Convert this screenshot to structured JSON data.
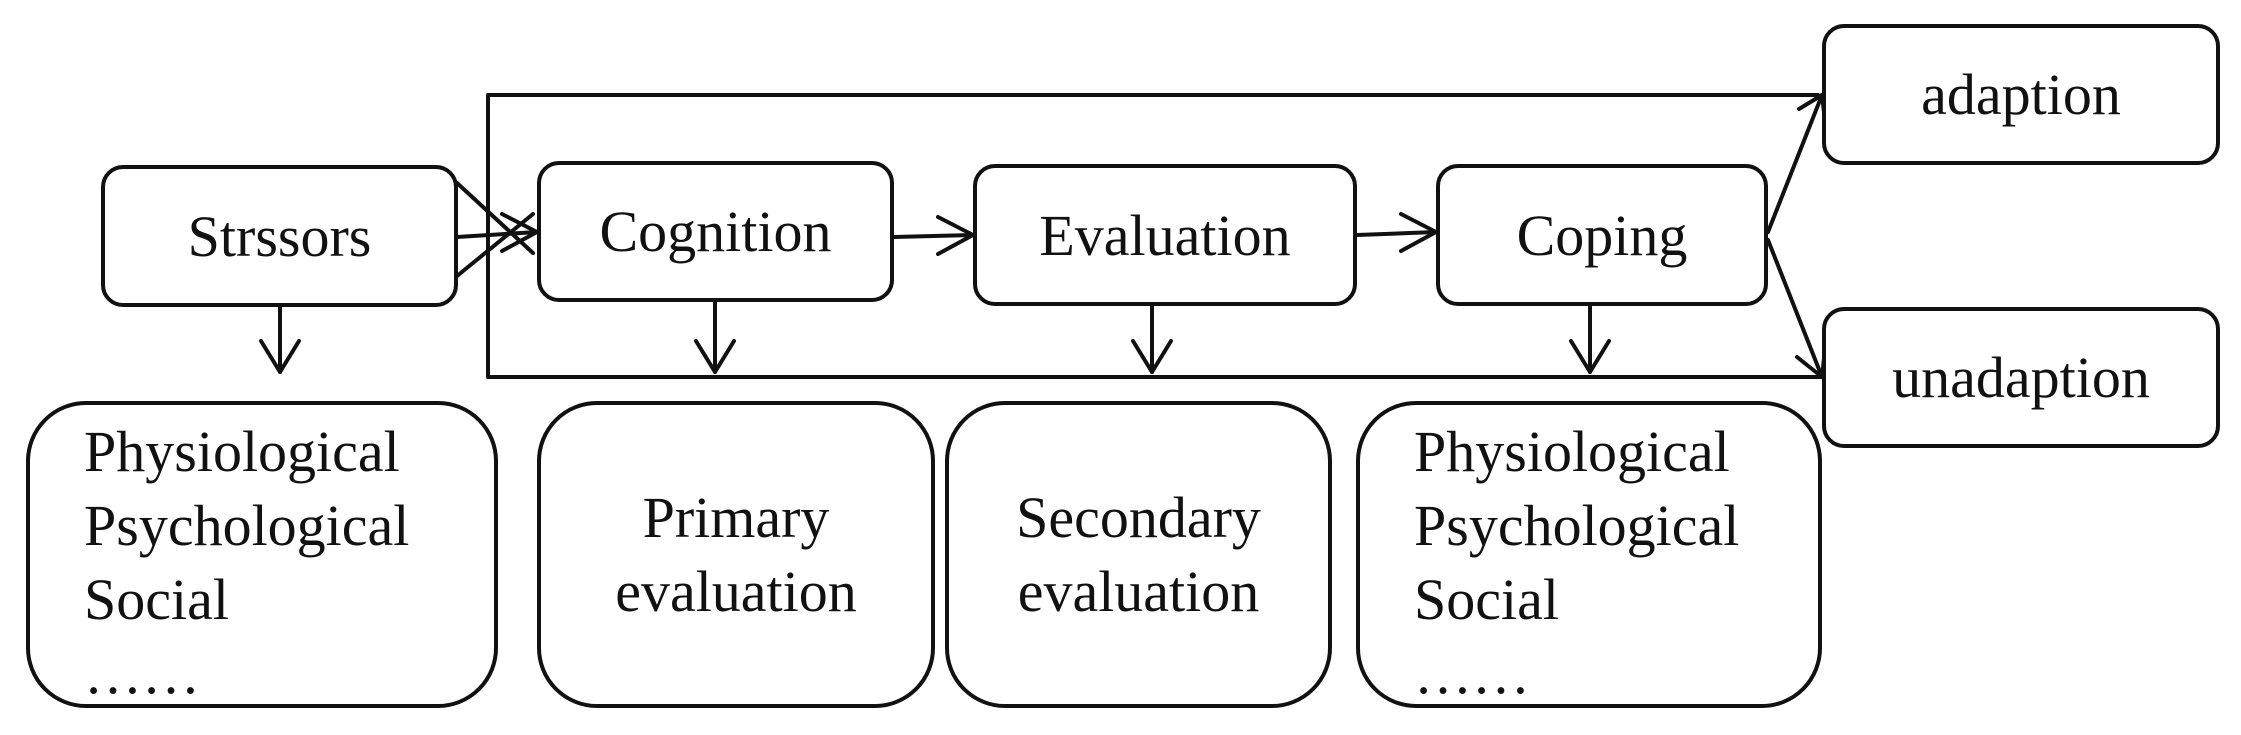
{
  "flow": {
    "stressors": "Strssors",
    "cognition": "Cognition",
    "evaluation": "Evaluation",
    "coping": "Coping",
    "adaption": "adaption",
    "unadaption": "unadaption"
  },
  "details": {
    "stressor_factors": [
      "Physiological",
      "Psychological",
      "Social",
      "……"
    ],
    "primary": [
      "Primary",
      "evaluation"
    ],
    "secondary": [
      "Secondary",
      "evaluation"
    ],
    "coping_factors": [
      "Physiological",
      "Psychological",
      "Social",
      "……"
    ]
  }
}
